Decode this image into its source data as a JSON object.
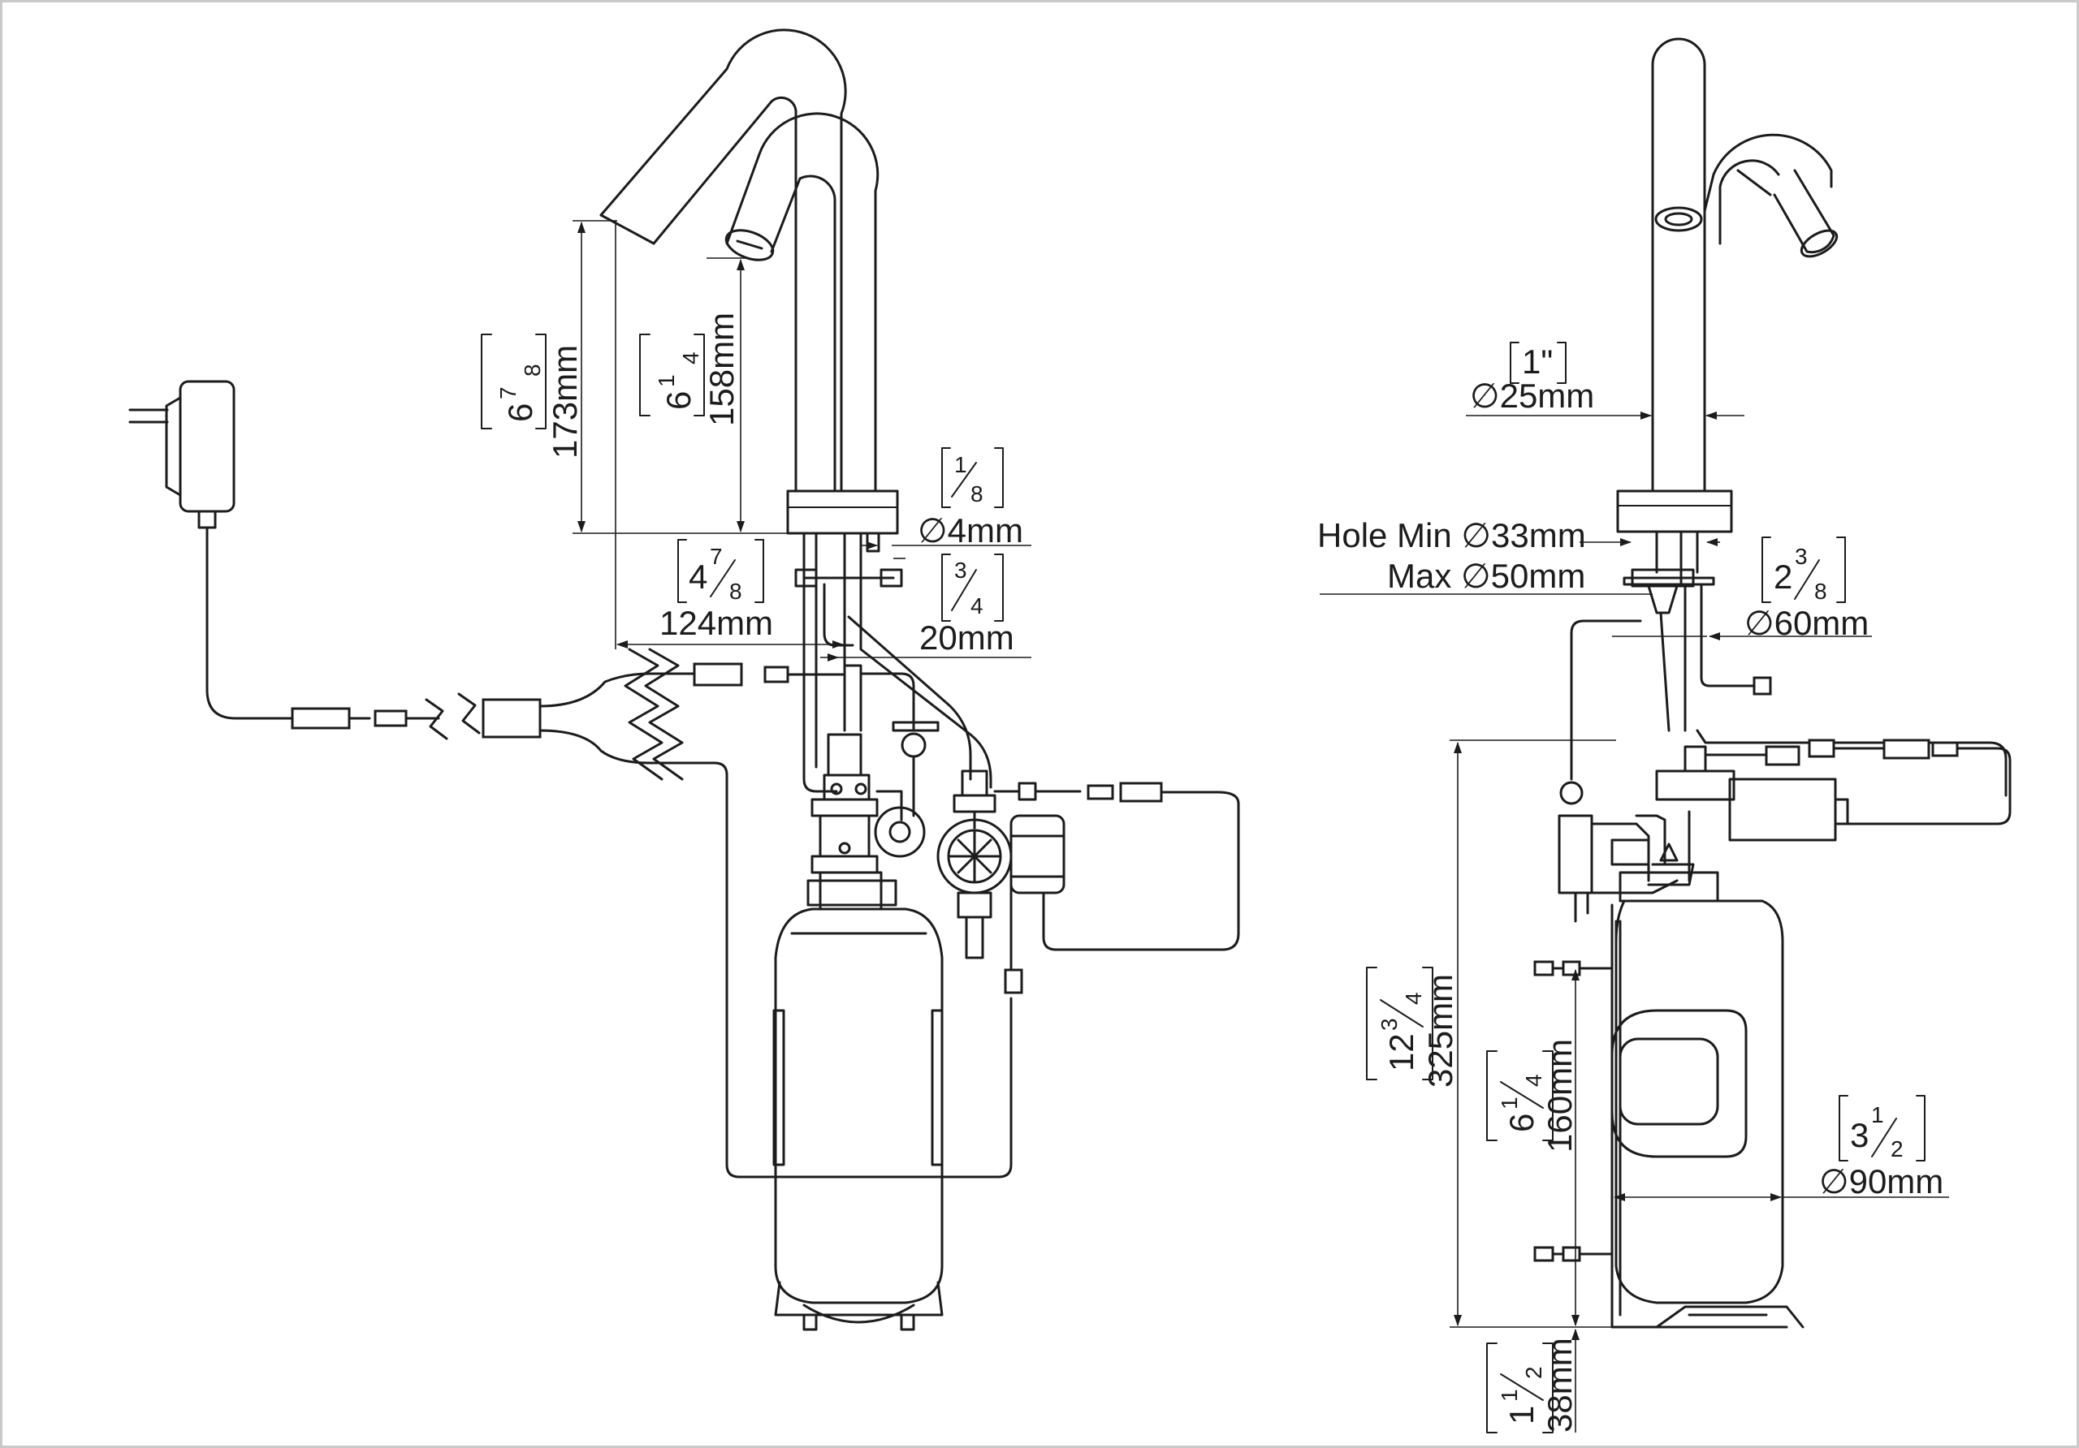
{
  "left_view": {
    "dim_spout_height_big": {
      "metric": "173mm",
      "inch_whole": "6",
      "inch_num": "7",
      "inch_den": "8"
    },
    "dim_spout_height_small": {
      "metric": "158mm",
      "inch_whole": "6",
      "inch_num": "1",
      "inch_den": "4"
    },
    "dim_hose_dia": {
      "metric": "4mm",
      "inch_num": "1",
      "inch_den": "8"
    },
    "dim_reach": {
      "metric": "124mm",
      "inch_whole": "4",
      "inch_num": "7",
      "inch_den": "8"
    },
    "dim_thread": {
      "metric": "20mm",
      "inch_num": "3",
      "inch_den": "4"
    }
  },
  "right_view": {
    "dim_spout_dia": {
      "metric": "25mm",
      "inch": "1\""
    },
    "dim_hole_min": {
      "label": "Hole Min",
      "metric": "33mm"
    },
    "dim_hole_max": {
      "label": "Max",
      "metric": "50mm"
    },
    "dim_flange": {
      "metric": "60mm",
      "inch_whole": "2",
      "inch_num": "3",
      "inch_den": "8"
    },
    "dim_total_height": {
      "metric": "325mm",
      "inch_whole": "12",
      "inch_num": "3",
      "inch_den": "4"
    },
    "dim_bracket": {
      "metric": "160mm",
      "inch_whole": "6",
      "inch_num": "1",
      "inch_den": "4"
    },
    "dim_bottle_dia": {
      "metric": "90mm",
      "inch_whole": "3",
      "inch_num": "1",
      "inch_den": "2"
    },
    "dim_base": {
      "metric": "38mm",
      "inch_whole": "1",
      "inch_num": "1",
      "inch_den": "2"
    }
  },
  "symbols": {
    "diameter": "∅",
    "inch_mark": "\""
  }
}
